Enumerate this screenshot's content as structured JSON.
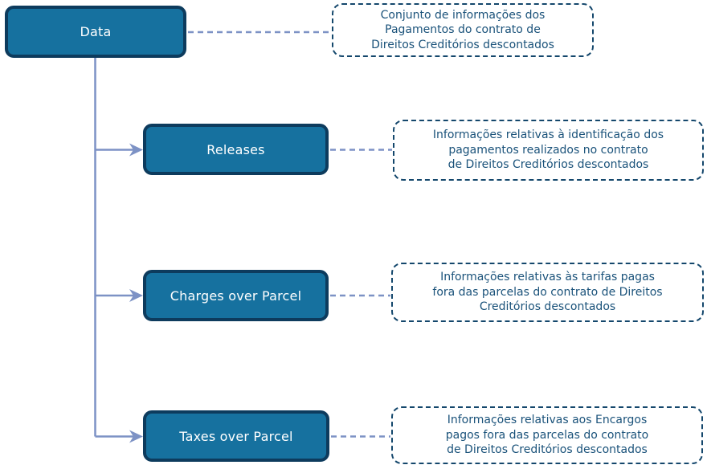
{
  "root": {
    "label": "Data",
    "note_lines": [
      "Conjunto de informações dos",
      "Pagamentos do contrato de",
      "Direitos Creditórios descontados"
    ]
  },
  "children": [
    {
      "label": "Releases",
      "note_lines": [
        "Informações relativas à identificação dos",
        "pagamentos realizados no contrato",
        "de Direitos Creditórios descontados"
      ]
    },
    {
      "label": "Charges over Parcel",
      "note_lines": [
        "Informações relativas às tarifas pagas",
        "fora das parcelas do contrato de Direitos",
        "Creditórios descontados"
      ]
    },
    {
      "label": "Taxes over Parcel",
      "note_lines": [
        "Informações relativas aos Encargos",
        "pagos fora das parcelas do contrato",
        "de Direitos Creditórios descontados"
      ]
    }
  ],
  "colors": {
    "node_fill": "#16719f",
    "node_border": "#0d3b5d",
    "node_text": "#ffffff",
    "note_border": "#14476c",
    "note_text": "#1a527a",
    "connector": "#7d92c5"
  }
}
